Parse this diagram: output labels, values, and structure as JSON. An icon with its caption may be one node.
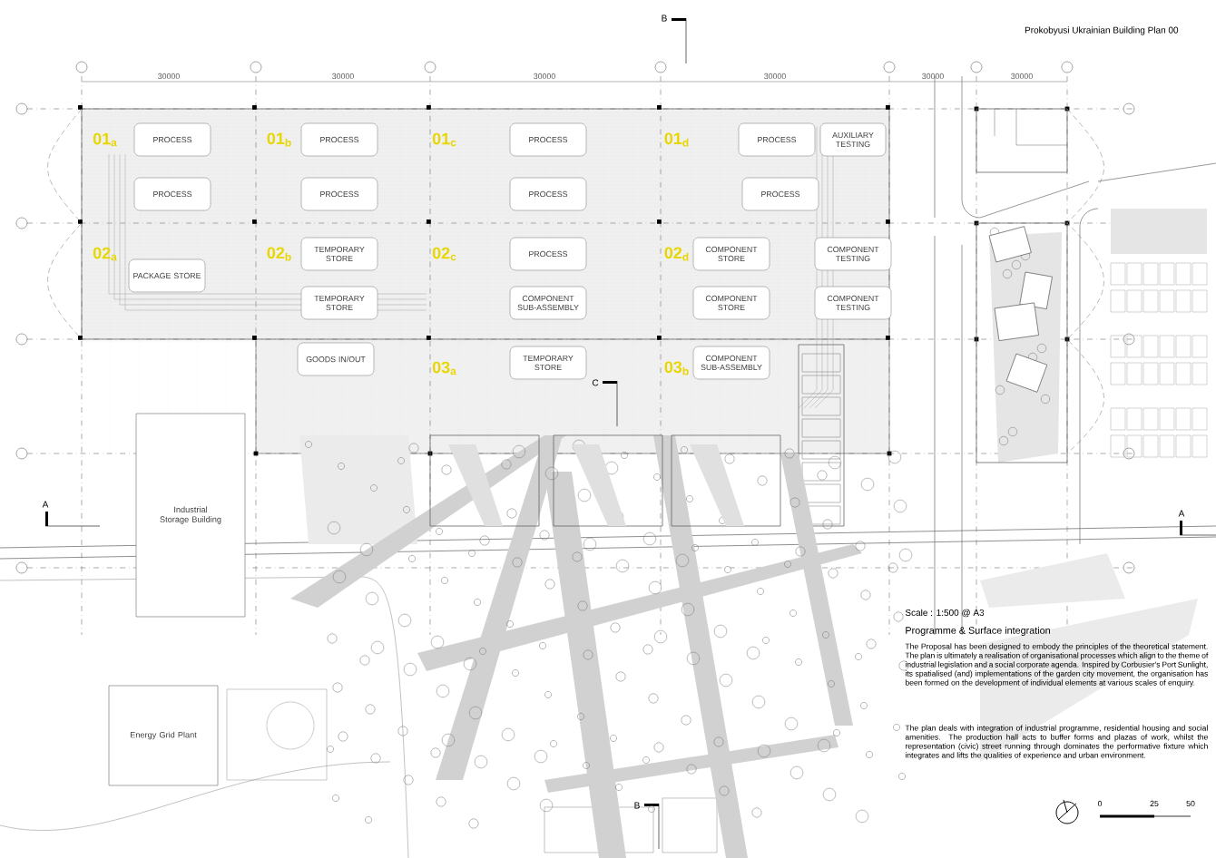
{
  "diagram": {
    "title": "Prokobyusi Ukrainian Building Plan 00",
    "nodes": [
      {
        "text": [
          "PROCESS"
        ]
      },
      {
        "text": [
          "PROCESS"
        ]
      },
      {
        "text": [
          "PROCESS"
        ]
      },
      {
        "text": [
          "PROCESS"
        ]
      },
      {
        "text": [
          "AUXILIARY TESTING"
        ]
      },
      {
        "text": [
          "PROCESS"
        ]
      },
      {
        "text": [
          "PROCESS"
        ]
      },
      {
        "text": [
          "PROCESS"
        ]
      },
      {
        "text": [
          "PROCESS"
        ]
      },
      {
        "text": [
          "TEMPORARY STORE"
        ]
      },
      {
        "text": [
          "PROCESS"
        ]
      },
      {
        "text": [
          "COMPONENT STORE"
        ]
      },
      {
        "text": [
          "COMPONENT TESTING"
        ]
      },
      {
        "text": [
          "PACKAGE STORE"
        ]
      },
      {
        "text": [
          "TEMPORARY STORE"
        ]
      },
      {
        "text": [
          "COMPONENT SUB-ASSEMBLY"
        ]
      },
      {
        "text": [
          "COMPONENT STORE"
        ]
      },
      {
        "text": [
          "COMPONENT TESTING"
        ]
      },
      {
        "text": [
          "GOODS IN/OUT"
        ]
      },
      {
        "text": [
          "TEMPORARY STORE"
        ]
      },
      {
        "text": [
          "COMPONENT SUB-ASSEMBLY"
        ]
      },
      {
        "text": [
          "Industrial Storage Building"
        ]
      },
      {
        "text": [
          "Energy Grid Plant"
        ]
      }
    ],
    "labels": [
      "30000",
      "30000",
      "30000",
      "30000",
      "30000",
      "30000",
      "01$_{a}$",
      "01$_{b}$",
      "01$_{c}$",
      "01$_{d}$",
      "02$_{a}$",
      "02$_{b}$",
      "02$_{c}$",
      "02$_{d}$",
      "03$_{a}$",
      "03$_{b}$",
      "A",
      "B",
      "C",
      "A",
      "B",
      "Scale : 1:500 @ A3",
      "Programme & Surface integration",
      "The Proposal has been designed to embody the principles of the theoretical statement. The plan is ultimately a realisation of organisational processes which align to the theme of industrial legislation and a social corporate agenda. Inspired by Corbusier's Port Sunlight, its spatialised (and) implementations of the garden city movement, the organisation has been formed on the development of individual elements at various scales of enquiry.",
      "The plan deals with integration of industrial programme, residential housing and social amenities. The production hall acts to buffer forms and plazas of work, whilst the representation (civic) street running through dominates the performative fixture which integrates and lifts the qualities of experience and urban environment.",
      "0",
      "25",
      "50"
    ]
  }
}
